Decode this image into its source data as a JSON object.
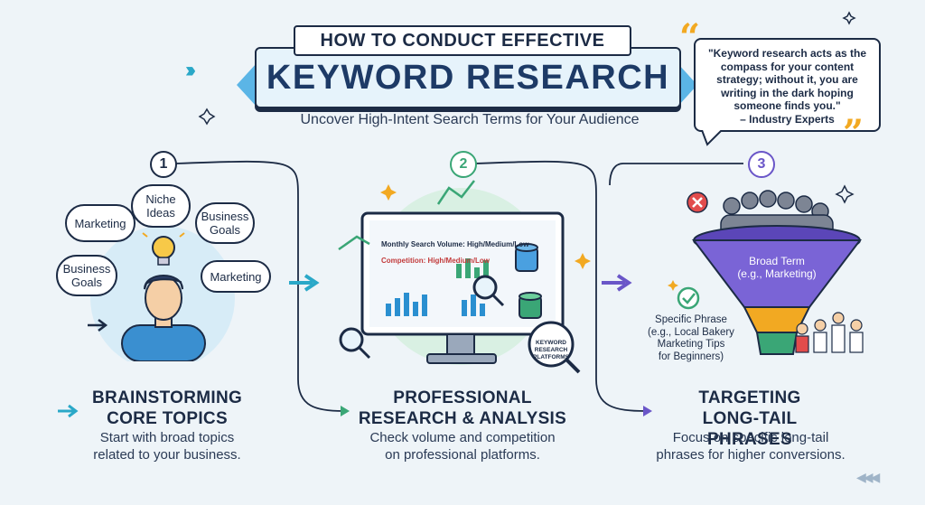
{
  "header": {
    "top_line": "HOW TO CONDUCT EFFECTIVE",
    "main_title": "KEYWORD RESEARCH",
    "subtitle": "Uncover High-Intent Search Terms for Your Audience"
  },
  "quote": {
    "text": "\"Keyword research acts as the compass for your content strategy; without it, you are writing in the dark hoping someone finds you.\"",
    "attribution": "– Industry Experts"
  },
  "steps": [
    {
      "number": "1",
      "title_line1": "BRAINSTORMING",
      "title_line2": "CORE TOPICS",
      "desc_line1": "Start with broad topics",
      "desc_line2": "related to your business.",
      "clouds": [
        "Marketing",
        "Niche Ideas",
        "Business Goals",
        "Business Goals",
        "Marketing"
      ]
    },
    {
      "number": "2",
      "title_line1": "PROFESSIONAL",
      "title_line2": "RESEARCH & ANALYSIS",
      "desc_line1": "Check volume and competition",
      "desc_line2": "on professional platforms.",
      "monitor_volume": "Monthly Search Volume: High/Medium/Low",
      "monitor_competition": "Competition: High/Medium/Low",
      "badge": "KEYWORD RESEARCH PLATFORMS"
    },
    {
      "number": "3",
      "title_line1": "TARGETING",
      "title_line2": "LONG-TAIL PHRASES",
      "desc_line1": "Focus on specific long-tail",
      "desc_line2": "phrases for higher conversions.",
      "funnel_top_line1": "Broad Term",
      "funnel_top_line2": "(e.g., Marketing)",
      "specific_line1": "Specific Phrase",
      "specific_line2": "(e.g., Local Bakery",
      "specific_line3": "Marketing Tips",
      "specific_line4": "for Beginners)"
    }
  ],
  "colors": {
    "navy": "#1c2b45",
    "teal": "#2aa8c8",
    "green": "#3aa676",
    "purple": "#6a56c8",
    "gold": "#f2a922"
  }
}
